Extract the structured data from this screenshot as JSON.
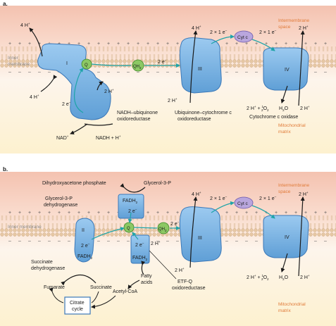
{
  "panel_a": {
    "label": "a.",
    "intermembrane_space": [
      "Intermembrane",
      "space"
    ],
    "matrix": [
      "Mitochondrial",
      "matrix"
    ],
    "inner_membrane": [
      "Inner",
      "membrane"
    ],
    "complex_I": "I",
    "complex_III": "III",
    "complex_IV": "IV",
    "q": "Q",
    "qh2": "QH",
    "qh2_sub": "2",
    "cyt_c": "Cyt c",
    "proton_4h_left": "4 H",
    "proton_4h_bottom": "4 H",
    "proton_2h_I": "2 H",
    "electrons_I": "2 e",
    "electrons_to_III": "2 e",
    "proton_4h_III": "4 H",
    "electrons_to_cytc": "2 × 1 e",
    "electrons_to_IV": "2 × 1 e",
    "proton_2h_IV_top": "2 H",
    "proton_2h_III_bottom": "2 H",
    "water_eq_left": "2 H",
    "water_eq_mid": " + ",
    "water_eq_o2": "O",
    "water_product": "H",
    "water_product_o": "O",
    "proton_2h_IV_bottom": "2 H",
    "nad": "NAD",
    "nadh": "NADH + H",
    "enzyme_I": [
      "NADH–ubiquinone",
      "oxidoreductase"
    ],
    "enzyme_III": [
      "Ubiquinone–cytochrome c",
      "oxidoreductase"
    ],
    "enzyme_IV": "Cytochrome c oxidase"
  },
  "panel_b": {
    "label": "b.",
    "intermembrane_space": [
      "Intermembrane",
      "space"
    ],
    "matrix": [
      "Mitochondrial",
      "matrix"
    ],
    "inner_membrane": "Inner membrane",
    "dhap": "Dihydroxyacetone phosphate",
    "glycerol3p": "Glycerol-3-P",
    "g3p_dh": [
      "Glycerol-3-P",
      "dehydrogenase"
    ],
    "fadh2_top": "FADH",
    "fadh2_top_sub": "2",
    "e_top": "2 e",
    "complex_II": "II",
    "e_II": "2 e",
    "fadh2_II": "FADH",
    "fadh2_II_sub": "2",
    "q": "Q",
    "qh2": "QH",
    "qh2_sub": "2",
    "e_to_III": "2 e",
    "e_etf": "2 e",
    "h_etf": "2 H",
    "fadh2_etf": "FADH",
    "fadh2_etf_sub": "2",
    "complex_III": "III",
    "complex_IV": "IV",
    "cyt_c": "Cyt c",
    "proton_4h_III": "4 H",
    "electrons_to_cytc": "2 × 1 e",
    "electrons_to_IV": "2 × 1 e",
    "proton_2h_IV_top": "2 H",
    "proton_2h_III_bottom": "2 H",
    "water_eq_left": "2 H",
    "water_eq_mid": " + ",
    "water_eq_o2": "O",
    "water_product": "H",
    "water_product_o": "O",
    "proton_2h_IV_bottom": "2 H",
    "succinate_dh": [
      "Succinate",
      "dehydrogenase"
    ],
    "fumarate": "Fumarate",
    "succinate": "Succinate",
    "fatty_acids": [
      "Fatty",
      "acids"
    ],
    "acetyl_coa": "Acetyl-CoA",
    "etf_q": [
      "ETF-Q",
      "oxidoreductase"
    ],
    "citrate_cycle": [
      "Citrate",
      "cycle"
    ]
  },
  "membrane_signs": {
    "plus": "+",
    "minus": "–"
  },
  "colors": {
    "intermembrane_top": "#f4c9b8",
    "matrix_bottom": "#fdf0cc",
    "membrane_head": "#e8c9a6",
    "complex_fill": "#7fb6e3",
    "complex_stroke": "#3b78b8",
    "q_fill": "#8cc864",
    "cyt_fill": "#b9a6dd",
    "electron_path": "#1fa4a8",
    "label_orange": "#e07b39"
  }
}
